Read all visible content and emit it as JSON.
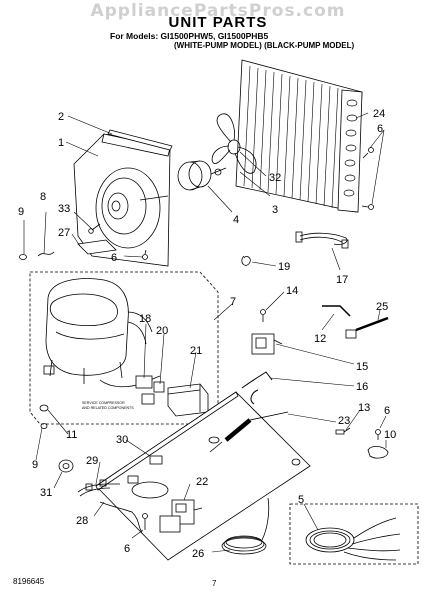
{
  "header": {
    "watermark": "AppliancePartsPros.com",
    "title": "UNIT PARTS",
    "models_line": "For Models: GI1500PHW5, GI1500PHB5",
    "models_note": "(WHITE-PUMP MODEL)  (BLACK-PUMP MODEL)"
  },
  "footer": {
    "document_number": "8196645",
    "page_number": "7"
  },
  "inset_text": {
    "line1": "SERVICE COMPRESSOR",
    "line2": "AND RELATED COMPONENTS"
  },
  "callouts": [
    "1",
    "2",
    "3",
    "4",
    "5",
    "6",
    "7",
    "8",
    "9",
    "10",
    "11",
    "12",
    "13",
    "14",
    "15",
    "16",
    "17",
    "18",
    "19",
    "20",
    "21",
    "22",
    "23",
    "24",
    "25",
    "26",
    "27",
    "28",
    "29",
    "30",
    "31",
    "32",
    "33"
  ]
}
